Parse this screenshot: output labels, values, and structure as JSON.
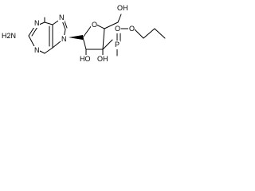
{
  "molecule": {
    "atoms": {
      "amine_n": "H2N",
      "ring_n1": "N",
      "ring_n3": "N",
      "ring_n7": "N",
      "glycosidic_n9": "N",
      "furanose_o": "O",
      "hydroxymethyl_oh": "OH",
      "phosphonate_o_ester": "O",
      "phosphorus": "P",
      "phosphoryl_o": "O",
      "hydroxyl_2": "HO",
      "hydroxyl_3": "OH"
    },
    "colors": {
      "ink": "#000000",
      "background": "#ffffff"
    }
  }
}
